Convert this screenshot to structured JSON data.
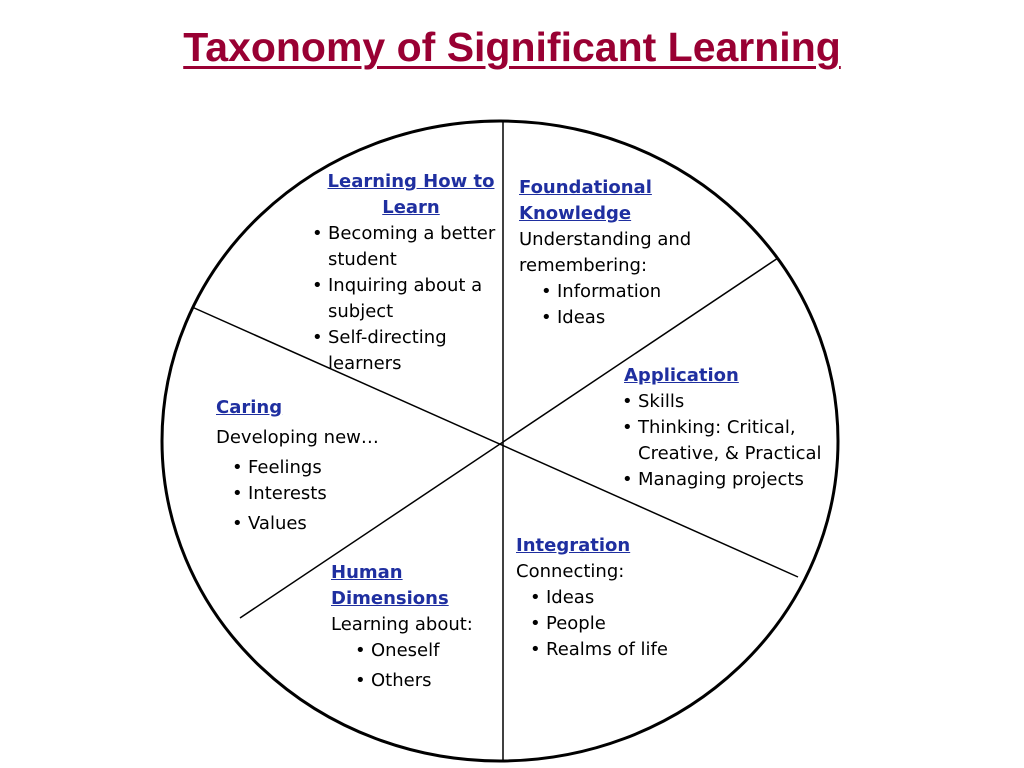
{
  "title": "Taxonomy of Significant Learning",
  "colors": {
    "title": "#990033",
    "heading": "#1f2fa0",
    "text": "#000000",
    "lines": "#000000"
  },
  "segments": {
    "learning_how_to_learn": {
      "heading_line1": "Learning How to",
      "heading_line2": "Learn",
      "items": [
        "Becoming a better student",
        "Inquiring about a subject",
        "Self-directing learners"
      ]
    },
    "foundational_knowledge": {
      "heading_line1": "Foundational",
      "heading_line2": "Knowledge",
      "subtitle_line1": "Understanding and",
      "subtitle_line2": "remembering:",
      "items": [
        "Information",
        "Ideas"
      ]
    },
    "application": {
      "heading": "Application",
      "items": [
        "Skills",
        "Thinking: Critical, Creative, & Practical",
        "Managing projects"
      ]
    },
    "integration": {
      "heading": "Integration",
      "subtitle": "Connecting:",
      "items": [
        "Ideas",
        "People",
        "Realms of life"
      ]
    },
    "human_dimensions": {
      "heading_line1": "Human",
      "heading_line2": "Dimensions",
      "subtitle": "Learning about:",
      "items": [
        "Oneself",
        "Others"
      ]
    },
    "caring": {
      "heading": "Caring",
      "subtitle": "Developing new…",
      "items": [
        "Feelings",
        "Interests",
        "Values"
      ]
    }
  }
}
